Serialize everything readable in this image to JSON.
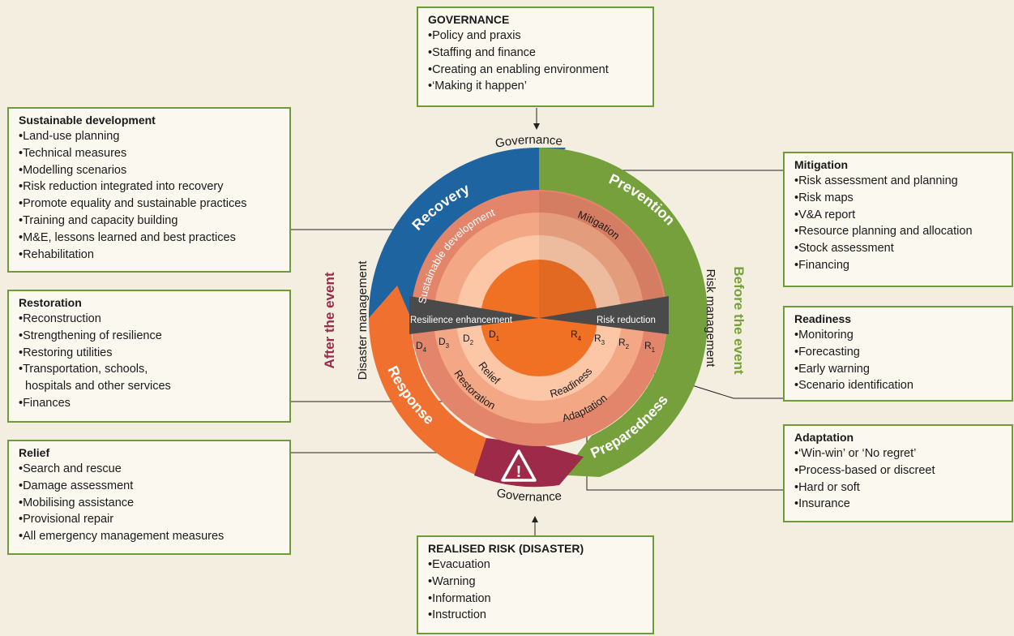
{
  "boxes": {
    "governance": {
      "title": "GOVERNANCE",
      "items": [
        "•Policy and praxis",
        "•Staffing and finance",
        "•Creating an enabling environment",
        "•‘Making it happen’"
      ]
    },
    "sustainable": {
      "title": "Sustainable development",
      "items": [
        "•Land-use planning",
        "•Technical measures",
        "•Modelling scenarios",
        "•Risk reduction integrated into recovery",
        "•Promote equality and sustainable practices",
        "•Training and capacity building",
        "•M&E, lessons learned and best practices",
        "•Rehabilitation"
      ]
    },
    "restoration": {
      "title": "Restoration",
      "items": [
        "•Reconstruction",
        "•Strengthening of resilience",
        "•Restoring utilities",
        "•Transportation, schools,",
        "  hospitals and other services",
        "•Finances"
      ]
    },
    "relief": {
      "title": "Relief",
      "items": [
        "•Search and rescue",
        "•Damage assessment",
        "•Mobilising assistance",
        "•Provisional repair",
        "•All emergency management measures"
      ]
    },
    "mitigation": {
      "title": "Mitigation",
      "items": [
        "•Risk assessment and planning",
        "•Risk maps",
        "•V&A report",
        "•Resource planning and allocation",
        "•Stock assessment",
        "•Financing"
      ]
    },
    "readiness": {
      "title": "Readiness",
      "items": [
        "•Monitoring",
        "•Forecasting",
        "•Early warning",
        "•Scenario identification"
      ]
    },
    "adaptation": {
      "title": "Adaptation",
      "items": [
        "•‘Win-win’ or ‘No regret’",
        "•Process-based or discreet",
        "•Hard or soft",
        "•Insurance"
      ]
    },
    "disaster": {
      "title": "REALISED RISK (DISASTER)",
      "items": [
        "•Evacuation",
        "•Warning",
        "•Information",
        "•Instruction"
      ]
    }
  },
  "wheel": {
    "governance_top": "Governance",
    "governance_bottom": "Governance",
    "recovery": "Recovery",
    "prevention": "Prevention",
    "response": "Response",
    "preparedness": "Preparedness",
    "after_event": "After the event",
    "before_event": "Before the event",
    "disaster_management": "Disaster management",
    "risk_management": "Risk management",
    "sustainable_development": "Sustainable development",
    "mitigation": "Mitigation",
    "restoration": "Restoration",
    "relief": "Relief",
    "readiness": "Readiness",
    "adaptation": "Adaptation",
    "resilience_enhancement": "Resilience enhancement",
    "risk_reduction": "Risk reduction",
    "left_letter": "D",
    "right_letter": "R",
    "subs": [
      "1",
      "2",
      "3",
      "4"
    ],
    "warning_glyph": "!"
  },
  "colors": {
    "green": "#76a03c",
    "blue": "#1e64a0",
    "orange": "#f07030",
    "crimson": "#9c2a48",
    "ring_outer": "#e2856a",
    "ring_mid": "#f3a784",
    "ring_inner": "#fcc7a7",
    "core": "#f07024",
    "band": "#4a4a4a",
    "maroon_text": "#9c2a48"
  }
}
